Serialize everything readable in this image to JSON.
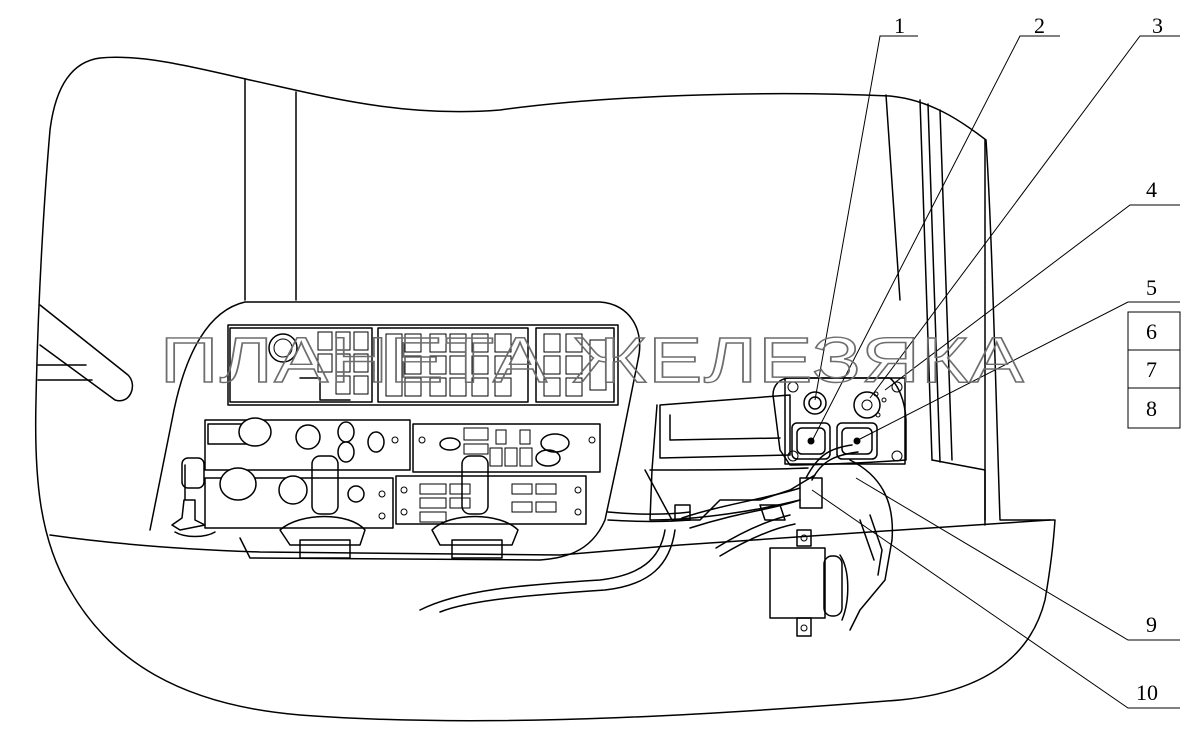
{
  "callouts": [
    {
      "id": "1",
      "label": "1"
    },
    {
      "id": "2",
      "label": "2"
    },
    {
      "id": "3",
      "label": "3"
    },
    {
      "id": "4",
      "label": "4"
    },
    {
      "id": "5",
      "label": "5"
    },
    {
      "id": "6",
      "label": "6"
    },
    {
      "id": "7",
      "label": "7"
    },
    {
      "id": "8",
      "label": "8"
    },
    {
      "id": "9",
      "label": "9"
    },
    {
      "id": "10",
      "label": "10"
    }
  ],
  "watermark": "ПЛАНЕТА ЖЕЛЕЗЯКА",
  "colors": {
    "line": "#000000",
    "background": "#ffffff",
    "watermark": "#6d6d6d"
  }
}
